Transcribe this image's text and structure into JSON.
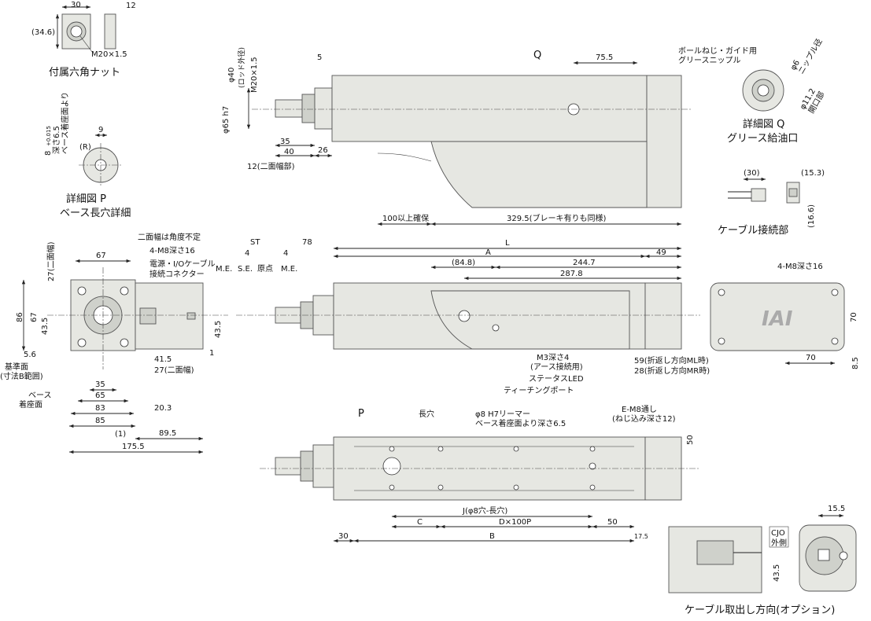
{
  "nut": {
    "caption": "付属六角ナット",
    "d30": "30",
    "d12": "12",
    "d34_6": "(34.6)",
    "thread": "M20×1.5"
  },
  "detail_p": {
    "title": "詳細図 P",
    "subtitle": "ベース長穴詳細",
    "d9": "9",
    "r": "(R)",
    "slot": "8",
    "tol": "+0.015",
    "tol0": "0",
    "depth": "ベース着座面より",
    "depth2": "深さ6.5"
  },
  "side_top": {
    "d5": "5",
    "rod": "φ40",
    "rod2": "(ロッド外径)",
    "thread": "M20×1.5",
    "body": "φ65 h7",
    "d35": "35",
    "d40": "40",
    "d26": "26",
    "d12": "12(二面幅部)",
    "q": "Q",
    "d75_5": "75.5",
    "d100": "100以上確保",
    "d329_5": "329.5(ブレーキ有りも同様)"
  },
  "detail_q": {
    "title": "詳細図 Q",
    "subtitle": "グリース給油口",
    "nipple": "ボールねじ・ガイド用",
    "nipple2": "グリースニップル",
    "d6": "φ6",
    "d6b": "ニップル径",
    "d11": "φ11.2",
    "d11b": "開口部"
  },
  "cable": {
    "caption": "ケーブル接続部",
    "d30": "(30)",
    "d15_3": "(15.3)",
    "d16_6": "(16.6)"
  },
  "front": {
    "note1": "二面幅は角度不定",
    "note2": "4-M8深さ16",
    "note3": "電源・I/Oケーブル",
    "note4": "接続コネクター",
    "d67": "67",
    "d27": "27(二面幅)",
    "d86": "86",
    "d67v": "67",
    "d43_5": "43.5",
    "d43_5r": "43.5",
    "d5_6": "5.6",
    "base": "基準面",
    "base2": "(寸法B範囲)",
    "seat": "ベース",
    "seat2": "着座面",
    "d41_5": "41.5",
    "d27b": "27(二面幅)",
    "d35": "35",
    "d65": "65",
    "d83": "83",
    "d85": "85",
    "d20_3": "20.3",
    "d1": "(1)",
    "d89_5": "89.5",
    "d175_5": "175.5",
    "d1v": "1"
  },
  "main": {
    "st": "ST",
    "d78": "78",
    "d4a": "4",
    "d4b": "4",
    "me1": "M.E.",
    "se": "S.E.",
    "origin": "原点",
    "me2": "M.E.",
    "l": "L",
    "a": "A",
    "d49": "49",
    "d84_8": "(84.8)",
    "d244_7": "244.7",
    "d287_8": "287.8",
    "m3": "M3深さ4",
    "m3b": "(アース接続用)",
    "led": "ステータスLED",
    "port": "ティーチングポート",
    "d59": "59(折返し方向ML時)",
    "d28": "28(折返し方向MR時)"
  },
  "rear": {
    "note": "4-M8深さ16",
    "d70": "70",
    "d70h": "70",
    "d8_5": "8.5",
    "logo": "IAI"
  },
  "bottom": {
    "p": "P",
    "slot": "長穴",
    "pin": "φ8 H7リーマー",
    "pin2": "ベース着座面より深さ6.5",
    "em8": "E-M8通し",
    "em8b": "(ねじ込み深さ12)",
    "d50": "50",
    "j": "J(φ8穴-長穴)",
    "c": "C",
    "dx": "D×100P",
    "d50b": "50",
    "d30": "30",
    "b": "B",
    "d17_5": "17.5"
  },
  "option": {
    "caption": "ケーブル取出し方向(オプション)",
    "cjo": "CJO",
    "cjo2": "外側",
    "d15_5": "15.5",
    "d43_5": "43.5"
  }
}
